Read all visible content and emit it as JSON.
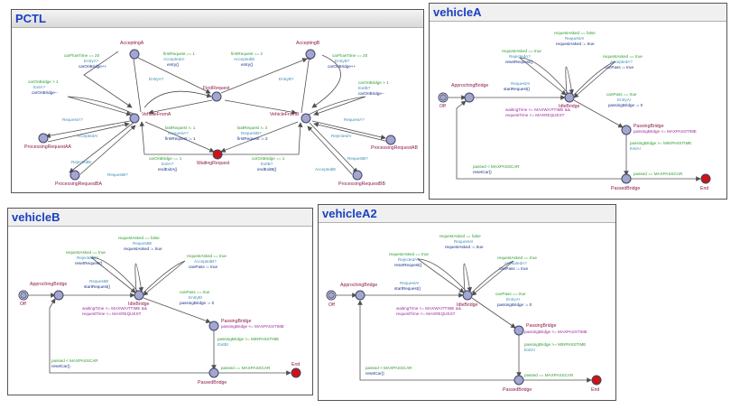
{
  "colors": {
    "title_blue": "#1a3fc0",
    "location_fill": "#a3a7cf",
    "location_stroke": "#404468",
    "location_label": "#8b1a4a",
    "guard": "#2e9b2e",
    "sync": "#3f8fb0",
    "update": "#1a2f8a",
    "invariant": "#9b2aa0",
    "urgent_fill": "#cc1414",
    "edge": "#505050"
  },
  "panels": {
    "pctl": {
      "title": "PCTL",
      "locations": {
        "accepting_a": "AcceptingA",
        "accepting_b": "AcceptingB",
        "first_request": "FirstRequest",
        "vehicle_from_a": "VehicleFromA",
        "vehicle_from_b": "VehicleFromB",
        "processing_request_aa": "ProcessingRequestAA",
        "processing_request_ab": "ProcessingRequestAB",
        "processing_request_ba": "ProcessingRequestBA",
        "processing_request_bb": "ProcessingRequestBB",
        "waiting_request": "WaitingRequest"
      },
      "labels": {
        "a_accept_guard": "carFlowTime == 20",
        "a_accept_sync": "EntryA?",
        "a_accept_update": "carOnBridge++",
        "b_accept_guard": "carFlowTime == 20",
        "b_accept_sync": "EntryB?",
        "b_accept_update": "carOnBridge++",
        "first_a_guard": "firstRequest == 1",
        "first_a_sync": "AcceptedA!",
        "first_a_update": "entry()",
        "first_b_guard": "firstRequest == 2",
        "first_b_sync": "AcceptedB!",
        "first_b_update": "entry()",
        "entry_a": "EntryA?",
        "entry_b": "EntryB?",
        "exit_a_guard": "carOnBridge > 1",
        "exit_a_sync": "ExitA?",
        "exit_a_update": "carOnBridge--",
        "exit_b_guard": "carOnBridge > 1",
        "exit_b_sync": "ExitB?",
        "exit_b_update": "carOnBridge--",
        "req_a_from_a": "RequestA?",
        "acc_a": "AcceptedA!",
        "rej_b": "RejectedB!",
        "req_b_from_a": "RequestB?",
        "req_a_from_b": "RequestA?",
        "rej_a": "RejectedA!",
        "req_b_from_b": "RequestB?",
        "acc_b": "AcceptedB!",
        "last_a_guard": "lastRequest != 1",
        "last_a_sync": "RequestA?",
        "last_a_update": "firstRequest := 1",
        "last_b_guard": "lastRequest != 2",
        "last_b_sync": "RequestB?",
        "last_b_update": "firstRequest := 2",
        "wait_a_guard": "carOnBridge == 1",
        "wait_a_sync": "ExitA?",
        "wait_a_update": "endExitA()",
        "wait_b_guard": "carOnBridge == 1",
        "wait_b_sync": "ExitB?",
        "wait_b_update": "endExitB()"
      }
    },
    "vehicle_a": {
      "title": "vehicleA",
      "locations": {
        "off": "Off",
        "approaching": "ApprochingBridge",
        "idle": "IdleBridge",
        "passing": "PassingBridge",
        "passed": "PassedBridge",
        "end": "End"
      },
      "labels": {
        "top_guard": "requestAsked == false",
        "top_sync": "RequestA!",
        "top_update": "requestAsked := true",
        "left_guard": "requestAsked == true",
        "left_sync": "RejectedA?",
        "left_update": "resetRequest()",
        "right_guard": "requestAsked == true",
        "right_sync": "AcceptedA?",
        "right_update": "canPass := true",
        "start_sync": "RequestA!",
        "start_update": "startRequest()",
        "idle_inv1": "waitingTime <= MAXWAITTIME &&",
        "idle_inv2": "requestTime <= MAXREQUEST",
        "pass_guard": "canPass == true",
        "pass_sync": "EntryA!",
        "pass_update": "passingBridge := 0",
        "passing_inv": "passingBridge <= MAXPASSTIME",
        "exit_guard": "passingBridge >= MINPASSTIME",
        "exit_sync": "ExitA!",
        "end_guard": "passed == MAXPASSCAR",
        "reset_guard": "passed < MAXPASSCAR",
        "reset_update": "resetCar()"
      }
    },
    "vehicle_b": {
      "title": "vehicleB",
      "locations": {
        "off": "Off",
        "approaching": "ApprochingBridge",
        "idle": "IdleBridge",
        "passing": "PassingBridge",
        "passed": "PassedBridge",
        "end": "End"
      },
      "labels": {
        "top_guard": "requestAsked == false",
        "top_sync": "RequestB!",
        "top_update": "requestAsked := true",
        "left_guard": "requestAsked == true",
        "left_sync": "RejectedB?",
        "left_update": "resetRequest()",
        "right_guard": "requestAsked == true",
        "right_sync": "AcceptedB?",
        "right_update": "canPass := true",
        "start_sync": "RequestB!",
        "start_update": "startRequest()",
        "idle_inv1": "waitingTime <= MAXWAITTIME &&",
        "idle_inv2": "requestTime <= MAXREQUEST",
        "pass_guard": "canPass == true",
        "pass_sync": "EntryB!",
        "pass_update": "passingBridge := 0",
        "passing_inv": "passingBridge <= MAXPASSTIME",
        "exit_guard": "passingBridge >= MINPASSTIME",
        "exit_sync": "ExitB!",
        "end_guard": "passed == MAXPASSCAR",
        "reset_guard": "passed < MAXPASSCAR",
        "reset_update": "resetCar()"
      }
    },
    "vehicle_a2": {
      "title": "vehicleA2",
      "locations": {
        "off": "Off",
        "approaching": "ApprochingBridge",
        "idle": "IdleBridge",
        "passing": "PassingBridge",
        "passed": "PassedBridge",
        "end": "End"
      },
      "labels": {
        "top_guard": "requestAsked == false",
        "top_sync": "RequestA!",
        "top_update": "requestAsked := true",
        "left_guard": "requestAsked == true",
        "left_sync": "RejectedA?",
        "left_update": "resetRequest()",
        "right_guard": "requestAsked == true",
        "right_sync": "AcceptedA?",
        "right_update": "canPass := true",
        "start_sync": "RequestA!",
        "start_update": "startRequest()",
        "idle_inv1": "waitingTime <= MAXWAITTIME &&",
        "idle_inv2": "requestTime <= MAXREQUEST",
        "pass_guard": "canPass == true",
        "pass_sync": "EntryA!",
        "pass_update": "passingBridge := 0",
        "passing_inv": "passingBridge <= MAXPASSTIME",
        "exit_guard": "passingBridge >= MINPASSTIME",
        "exit_sync": "ExitA!",
        "end_guard": "passed == MAXPASSCAR",
        "reset_guard": "passed < MAXPASSCAR",
        "reset_update": "resetCar()"
      }
    }
  }
}
